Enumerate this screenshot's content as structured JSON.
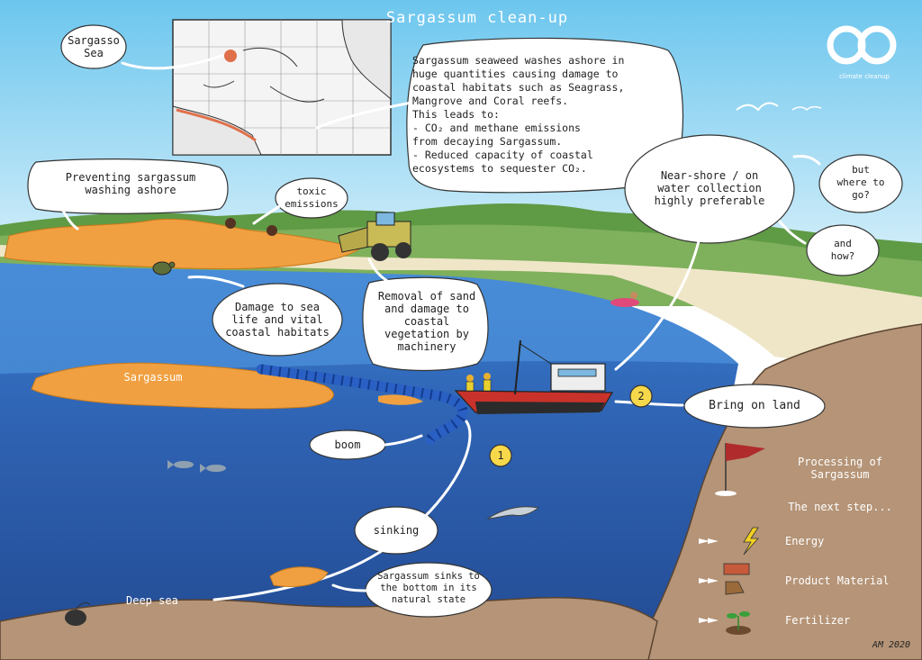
{
  "title": "Sargassum clean-up",
  "logo": {
    "text": "climate cleanup",
    "icon": "infinity-loop-icon"
  },
  "map_callout": "Sargasso\nSea",
  "info_bubble": "Sargassum seaweed washes ashore in\nhuge quantities causing damage to\ncoastal habitats such as Seagrass,\nMangrove and Coral reefs.\nThis leads to:\n- CO₂ and methane emissions\nfrom decaying Sargassum.\n- Reduced capacity of coastal\necosystems to sequester CO₂.",
  "preventing": "Preventing sargassum\nwashing ashore",
  "toxic": "toxic\nemissions",
  "near_shore": "Near-shore / on\nwater collection\nhighly preferable",
  "but_where": "but\nwhere to\ngo?",
  "and_how": "and\nhow?",
  "damage_sea_life": "Damage to sea\nlife and vital\ncoastal habitats",
  "removal_sand": "Removal of sand\nand damage to\ncoastal\nvegetation by\nmachinery",
  "sargassum_label": "Sargassum",
  "bring_on_land": "Bring on land",
  "boom": "boom",
  "sinking": "sinking",
  "sinks_bottom": "Sargassum sinks to\nthe bottom in its\nnatural state",
  "deep_sea": "Deep sea",
  "markers": {
    "one": "1",
    "two": "2"
  },
  "processing": {
    "heading": "Processing of\nSargassum",
    "next_step": "The next step...",
    "items": [
      {
        "label": "Energy",
        "icon": "lightning-icon"
      },
      {
        "label": "Product Material",
        "icon": "brick-shoe-icon"
      },
      {
        "label": "Fertilizer",
        "icon": "sprout-icon"
      }
    ]
  },
  "signature": "AM 2020",
  "colors": {
    "sky": "#8fd3f0",
    "sea": "#2f63b3",
    "deep_sea": "#254f9b",
    "sargassum": "#f0a040",
    "sand": "#efe6c8",
    "land": "#b59477",
    "hills": "#5f9a45"
  }
}
